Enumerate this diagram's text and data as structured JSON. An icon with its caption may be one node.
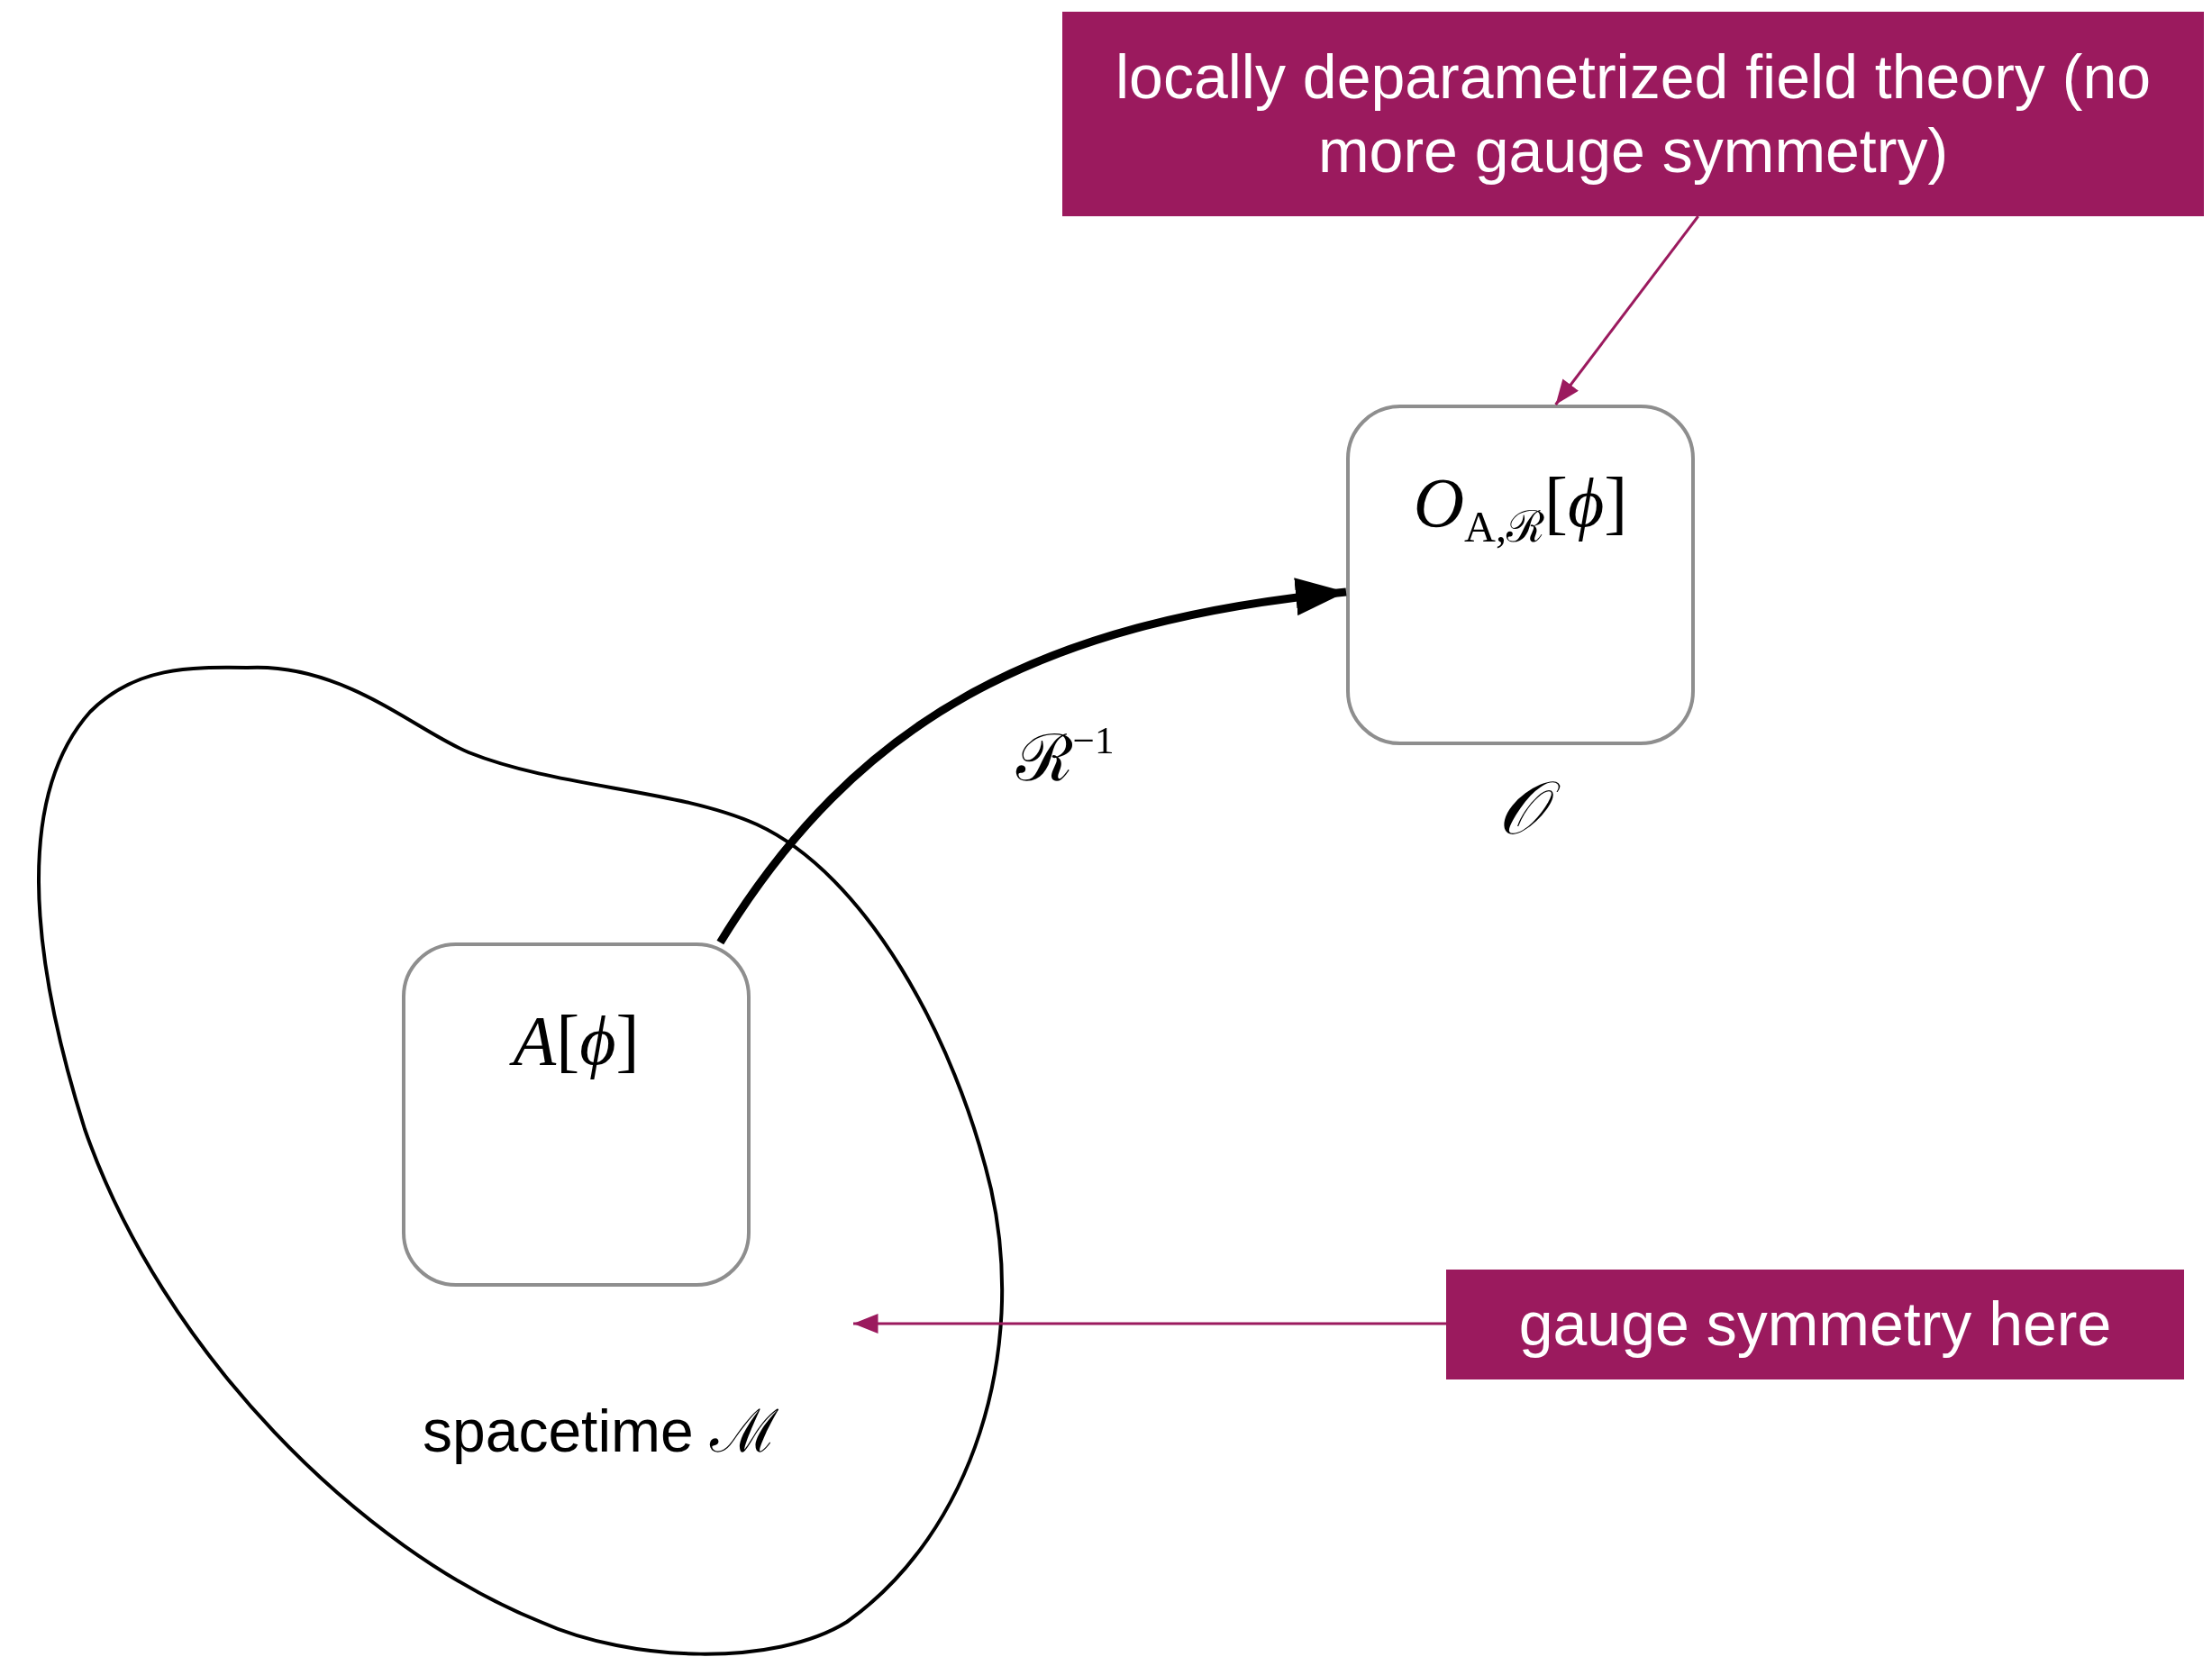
{
  "diagram": {
    "nodes": [
      {
        "text": [
          "locally deparametrized field theory (no more gauge symmetry)"
        ]
      },
      {
        "text": [
          "*O*$_{A,ℛ}$[*ϕ*]"
        ],
        "beside": [
          "𝒪"
        ]
      },
      {
        "text": [
          "spacetime ℳ"
        ]
      },
      {
        "text": [
          "*A*[*ϕ*]"
        ],
        "in": 2
      },
      {
        "text": [
          "gauge symmetry here"
        ]
      }
    ],
    "edges": [
      {
        "from": 3,
        "to": 1,
        "arrow": "to",
        "label": "ℛ$^{−1}$",
        "style": "thick",
        "color": "#000000"
      },
      {
        "from": 0,
        "to": 1,
        "arrow": "to"
      },
      {
        "from": 4,
        "to": null,
        "arrow": "to"
      }
    ]
  }
}
